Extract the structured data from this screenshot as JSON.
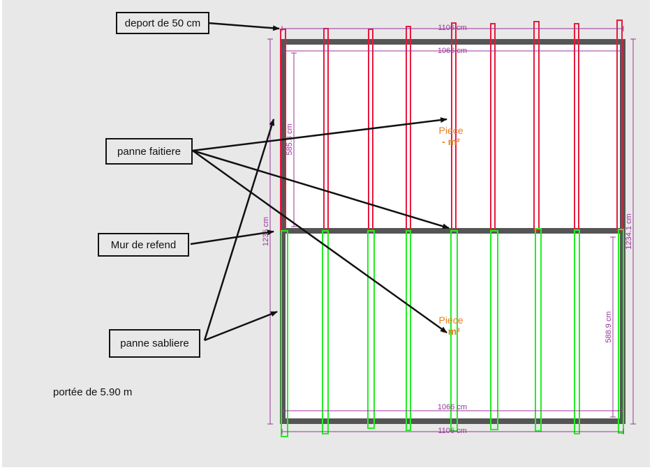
{
  "callouts": {
    "deport": "deport de 50 cm",
    "panne_faitiere": "panne faitiere",
    "mur_refend": "Mur de refend",
    "panne_sabliere": "panne sabliere"
  },
  "note": "portée de 5.90 m",
  "dimensions": {
    "outer_width": "1106 cm",
    "inner_width": "1066 cm",
    "total_height_left": "1235 cm",
    "total_height_right": "1234.1 cm",
    "upper_span": "585.3 cm",
    "lower_span": "588.9 cm"
  },
  "rooms": [
    {
      "name": "Piece",
      "area": "- m²"
    },
    {
      "name": "Piece",
      "area": "- m²"
    }
  ],
  "colors": {
    "wall": "#555555",
    "rafter_top": "#e8193c",
    "rafter_bottom": "#22ee22",
    "dimension": "#993399",
    "room_label": "#e67e22",
    "arrow": "#111111"
  }
}
